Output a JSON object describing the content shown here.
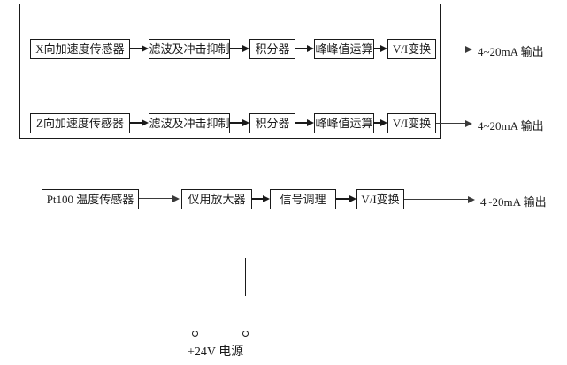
{
  "colors": {
    "line": "#1a1a1a",
    "background": "#ffffff"
  },
  "diagram": {
    "chains": [
      {
        "id": "x-acceleration-chain",
        "blocks": [
          "X向加速度传感器",
          "滤波及冲击抑制",
          "积分器",
          "峰峰值运算",
          "V/I变换"
        ],
        "output_label": "4~20mA 输出"
      },
      {
        "id": "z-acceleration-chain",
        "blocks": [
          "Z向加速度传感器",
          "滤波及冲击抑制",
          "积分器",
          "峰峰值运算",
          "V/I变换"
        ],
        "output_label": "4~20mA 输出"
      },
      {
        "id": "temperature-chain",
        "blocks": [
          "Pt100 温度传感器",
          "仪用放大器",
          "信号调理",
          "V/I变换"
        ],
        "output_label": "4~20mA 输出"
      }
    ],
    "power_supply": {
      "label": "+24V 电源"
    }
  }
}
